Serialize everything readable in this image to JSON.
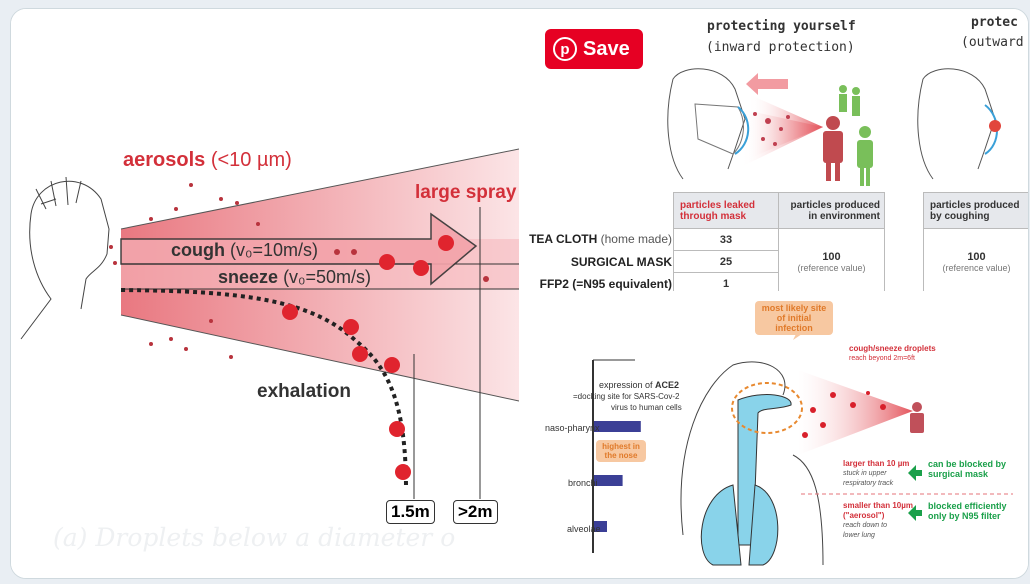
{
  "left_image": {
    "aerosols": "aerosols",
    "aerosols_size": "(<10 µm)",
    "large_spray": "large spray",
    "cough": "cough",
    "cough_speed": "(v₀=10m/s)",
    "sneeze": "sneeze",
    "sneeze_speed": "(v₀=50m/s)",
    "exhalation": "exhalation",
    "dist1": "1.5m",
    "dist2": ">2m",
    "caption": "(a) Droplets below a diameter o"
  },
  "save_button": {
    "label": "Save",
    "icon": "pinterest-icon"
  },
  "mask_image": {
    "title1": "protecting yourself",
    "subtitle1": "(inward protection)",
    "title2": "protec",
    "subtitle2": "(outward",
    "col1": "particles leaked through mask",
    "col2": "particles produced in environment",
    "col3": "particles produced by coughing",
    "rows": [
      {
        "label": "TEA CLOTH",
        "note": "(home made)",
        "value": "33"
      },
      {
        "label": "SURGICAL MASK",
        "note": "",
        "value": "25"
      },
      {
        "label": "FFP2 (=N95 equivalent)",
        "note": "",
        "value": "1"
      }
    ],
    "reference": "100",
    "reference_note": "(reference value)"
  },
  "ace2_image": {
    "callout": "most likely site of initial infection",
    "expression": "expression of",
    "ace2": "ACE2",
    "docking": "=docking site for SARS-Cov-2",
    "virus": "virus to human cells",
    "bars": [
      {
        "label": "naso-pharynx",
        "value": 0.9
      },
      {
        "label": "bronchi",
        "value": 0.55
      },
      {
        "label": "alveolae",
        "value": 0.25
      }
    ],
    "highest": "highest in the nose",
    "droplets_title": "cough/sneeze droplets",
    "droplets_sub": "reach beyond 2m=6ft",
    "large_title": "larger than 10 µm",
    "large_sub1": "stuck in upper",
    "large_sub2": "respiratory track",
    "large_block": "can be blocked by surgical mask",
    "small_title": "smaller than 10µm",
    "small_aerosol": "(\"aerosol\")",
    "small_sub1": "reach down to",
    "small_sub2": "lower lung",
    "small_block": "blocked efficiently only by N95 filter"
  }
}
